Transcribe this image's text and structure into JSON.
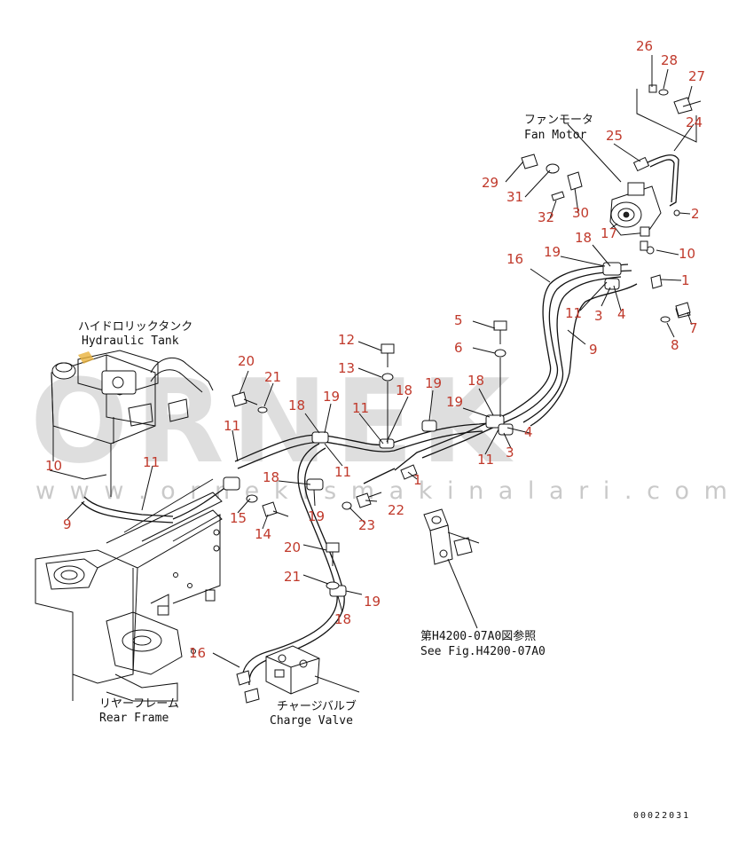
{
  "watermark": {
    "brand": "ORNEK",
    "url": "w w w . o r n e k i s m a k i n a l a r i . c o m . t r"
  },
  "labels": {
    "fan_motor_jp": "ファンモータ",
    "fan_motor_en": "Fan Motor",
    "hydraulic_tank_jp": "ハイドロリックタンク",
    "hydraulic_tank_en": "Hydraulic Tank",
    "rear_frame_jp": "リヤーフレーム",
    "rear_frame_en": "Rear Frame",
    "charge_valve_jp": "チャージバルブ",
    "charge_valve_en": "Charge Valve",
    "see_fig_jp": "第H4200-07A0図参照",
    "see_fig_en": "See Fig.H4200-07A0"
  },
  "document_number": "00022031",
  "callouts": [
    {
      "n": "26"
    },
    {
      "n": "28"
    },
    {
      "n": "27"
    },
    {
      "n": "24"
    },
    {
      "n": "25"
    },
    {
      "n": "29"
    },
    {
      "n": "31"
    },
    {
      "n": "32"
    },
    {
      "n": "30"
    },
    {
      "n": "17"
    },
    {
      "n": "2"
    },
    {
      "n": "18"
    },
    {
      "n": "19"
    },
    {
      "n": "10"
    },
    {
      "n": "16"
    },
    {
      "n": "1"
    },
    {
      "n": "11"
    },
    {
      "n": "3"
    },
    {
      "n": "4"
    },
    {
      "n": "7"
    },
    {
      "n": "8"
    },
    {
      "n": "5"
    },
    {
      "n": "6"
    },
    {
      "n": "9"
    },
    {
      "n": "12"
    },
    {
      "n": "13"
    },
    {
      "n": "20"
    },
    {
      "n": "21"
    },
    {
      "n": "18"
    },
    {
      "n": "19"
    },
    {
      "n": "18"
    },
    {
      "n": "19"
    },
    {
      "n": "11"
    },
    {
      "n": "18"
    },
    {
      "n": "4"
    },
    {
      "n": "11"
    },
    {
      "n": "3"
    },
    {
      "n": "11"
    },
    {
      "n": "19"
    },
    {
      "n": "11"
    },
    {
      "n": "1"
    },
    {
      "n": "10"
    },
    {
      "n": "11"
    },
    {
      "n": "9"
    },
    {
      "n": "15"
    },
    {
      "n": "14"
    },
    {
      "n": "18"
    },
    {
      "n": "19"
    },
    {
      "n": "22"
    },
    {
      "n": "23"
    },
    {
      "n": "20"
    },
    {
      "n": "21"
    },
    {
      "n": "19"
    },
    {
      "n": "18"
    },
    {
      "n": "16"
    }
  ]
}
